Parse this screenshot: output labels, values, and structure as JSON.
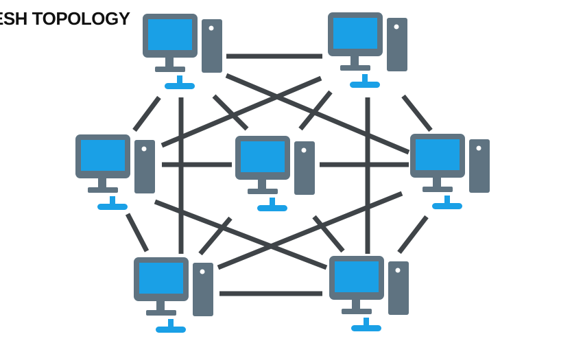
{
  "title": "ESH TOPOLOGY",
  "colors": {
    "link": "#3f4448",
    "monitor_frame": "#5f7381",
    "screen": "#1aa0e6",
    "tower": "#5f7381",
    "connector": "#1aa0e6"
  },
  "nodes": [
    {
      "id": "node-1",
      "icon": "computer-icon"
    },
    {
      "id": "node-2",
      "icon": "computer-icon"
    },
    {
      "id": "node-3",
      "icon": "computer-icon"
    },
    {
      "id": "node-4",
      "icon": "computer-icon"
    },
    {
      "id": "node-5",
      "icon": "computer-icon"
    },
    {
      "id": "node-6",
      "icon": "computer-icon"
    },
    {
      "id": "node-7",
      "icon": "computer-icon"
    }
  ],
  "links": [
    [
      "node-1",
      "node-2"
    ],
    [
      "node-1",
      "node-3"
    ],
    [
      "node-1",
      "node-5"
    ],
    [
      "node-1",
      "node-6"
    ],
    [
      "node-1",
      "node-4"
    ],
    [
      "node-2",
      "node-3"
    ],
    [
      "node-2",
      "node-5"
    ],
    [
      "node-2",
      "node-7"
    ],
    [
      "node-2",
      "node-4"
    ],
    [
      "node-3",
      "node-4"
    ],
    [
      "node-3",
      "node-6"
    ],
    [
      "node-3",
      "node-7"
    ],
    [
      "node-4",
      "node-5"
    ],
    [
      "node-4",
      "node-6"
    ],
    [
      "node-4",
      "node-7"
    ],
    [
      "node-5",
      "node-6"
    ],
    [
      "node-5",
      "node-7"
    ],
    [
      "node-6",
      "node-7"
    ]
  ]
}
